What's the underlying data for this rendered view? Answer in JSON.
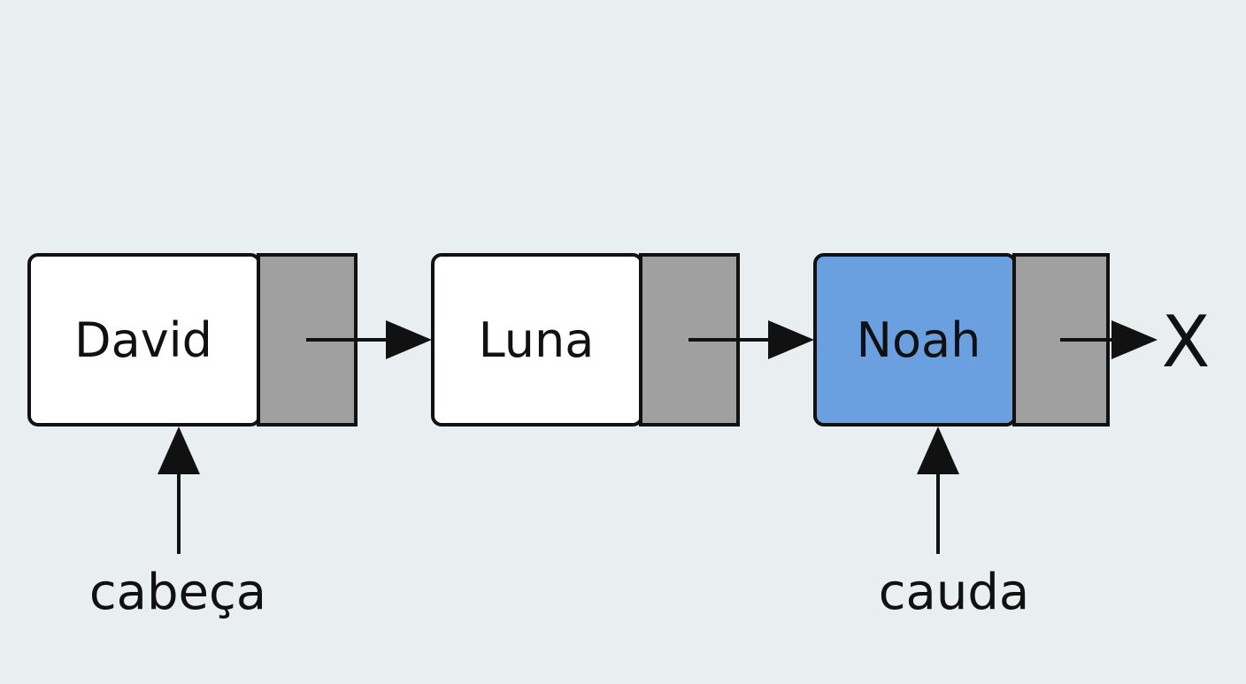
{
  "nodes": [
    {
      "label": "David",
      "highlighted": false
    },
    {
      "label": "Luna",
      "highlighted": false
    },
    {
      "label": "Noah",
      "highlighted": true
    }
  ],
  "null_marker": "X",
  "pointers": {
    "head": {
      "label": "cabeça",
      "target_node": 0
    },
    "tail": {
      "label": "cauda",
      "target_node": 2
    }
  },
  "colors": {
    "background": "#e9eef0",
    "node_fill": "#ffffff",
    "node_highlight_fill": "#6aa0e0",
    "pointer_cell_fill": "#a0a0a0",
    "stroke": "#111111",
    "text": "#111111"
  }
}
